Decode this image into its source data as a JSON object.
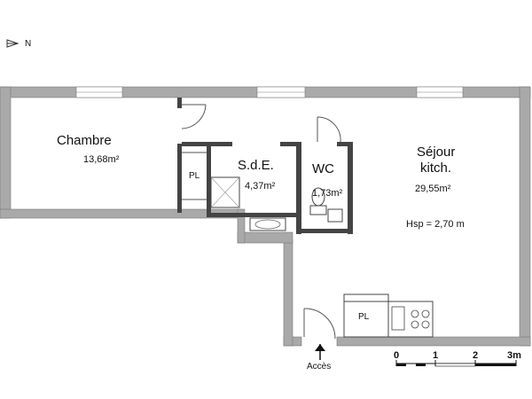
{
  "compass": {
    "letter": "N",
    "icon": "north-arrow-icon"
  },
  "rooms": {
    "chambre": {
      "name": "Chambre",
      "area": "13,68m²"
    },
    "sde": {
      "name": "S.d.E.",
      "area": "4,37m²"
    },
    "wc": {
      "name": "WC",
      "area": "1,73m²"
    },
    "sejour": {
      "name_line1": "Séjour",
      "name_line2": "kitch.",
      "area": "29,55m²",
      "height": "Hsp = 2,70 m"
    }
  },
  "closets": {
    "pl_sde": "PL",
    "pl_kitchen": "PL"
  },
  "entrance": {
    "label": "Accès",
    "icon": "entrance-arrow-icon"
  },
  "scale": {
    "ticks": [
      "0",
      "1",
      "2",
      "3m"
    ]
  },
  "colors": {
    "wall": "#a9a9a9",
    "wall_edge": "#7a7a7a",
    "window": "#ffffff",
    "text": "#111111"
  }
}
